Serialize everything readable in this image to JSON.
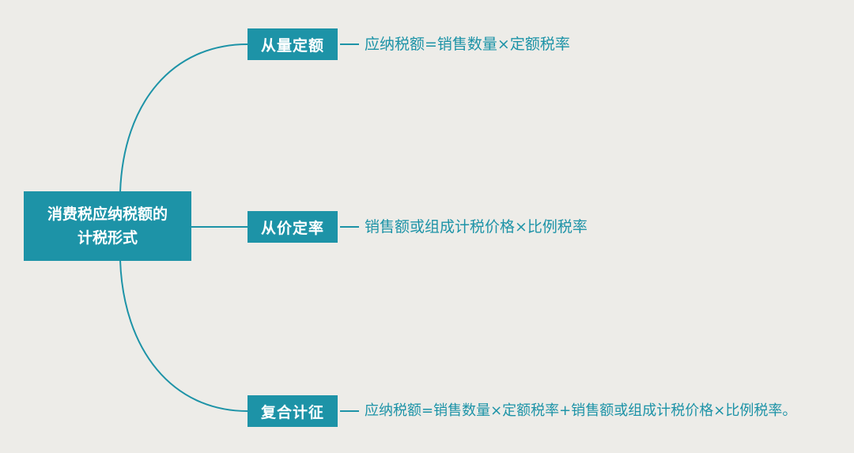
{
  "colors": {
    "accent": "#1d93a7",
    "background": "#edece8",
    "node_text": "#ffffff"
  },
  "root": {
    "line1": "消费税应纳税额的",
    "line2": "计税形式"
  },
  "branches": [
    {
      "label": "从量定额",
      "formula": "应纳税额=销售数量×定额税率"
    },
    {
      "label": "从价定率",
      "formula": "销售额或组成计税价格×比例税率"
    },
    {
      "label": "复合计征",
      "formula": "应纳税额=销售数量×定额税率+销售额或组成计税价格×比例税率。"
    }
  ]
}
